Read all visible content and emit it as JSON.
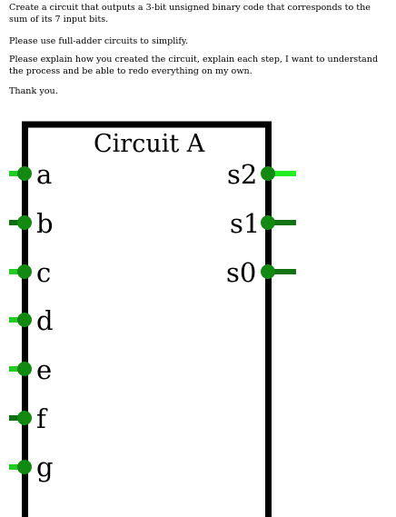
{
  "instructions": {
    "paragraph1": "Create a circuit that outputs a 3-bit unsigned binary code that corresponds to the sum of its 7 input bits.",
    "paragraph2": "Please use full-adder circuits to simplify.",
    "paragraph3": "Please explain how you created the circuit, explain each step, I want to understand the process and be able to redo everything on my own.",
    "paragraph4": "Thank you."
  },
  "circuit": {
    "title": "Circuit A",
    "inputs": [
      "a",
      "b",
      "c",
      "d",
      "e",
      "f",
      "g"
    ],
    "outputs": [
      "s2",
      "s1",
      "s0"
    ]
  },
  "colors": {
    "box_stroke": "#000000",
    "pin_dot": "#128a12",
    "input_wire": "#22cc22",
    "input_wire_dark": "#0f6e0f",
    "output_wire_bright": "#22ee22",
    "output_wire_dark": "#137313"
  }
}
